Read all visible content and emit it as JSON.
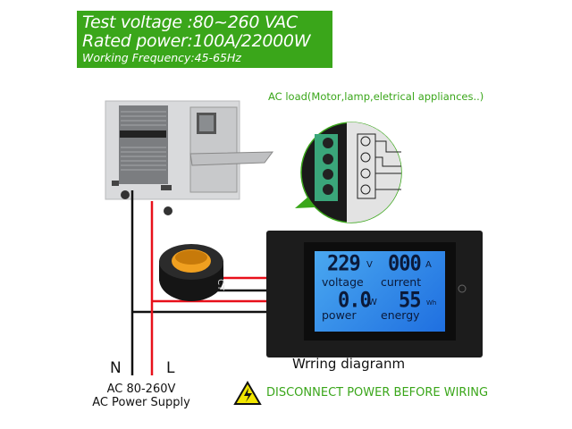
{
  "spec_box": {
    "line1": "Test voltage :80~260 VAC",
    "line2": "Rated power:100A/22000W",
    "line3": "Working Frequency:45-65Hz",
    "color": "#3aa61a"
  },
  "load_label": "AC load(Motor,lamp,eletrical appliances..)",
  "meter": {
    "voltage_value": "229",
    "voltage_unit": "V",
    "voltage_label": "voltage",
    "current_value": "000",
    "current_unit": "A",
    "current_label": "current",
    "power_value": "0.0",
    "power_unit": "W",
    "power_label": "power",
    "energy_value": "55",
    "energy_unit": "Wh",
    "energy_label": "energy"
  },
  "ct_label": "CT",
  "caption": "Wrring diagranm",
  "warning": "DISCONNECT POWER BEFORE WIRING",
  "supply": {
    "n_label": "N",
    "l_label": "L",
    "line1": "AC 80-260V",
    "line2": "AC Power Supply"
  },
  "wire_colors": {
    "live": "#e8101a",
    "neutral": "#111111"
  }
}
